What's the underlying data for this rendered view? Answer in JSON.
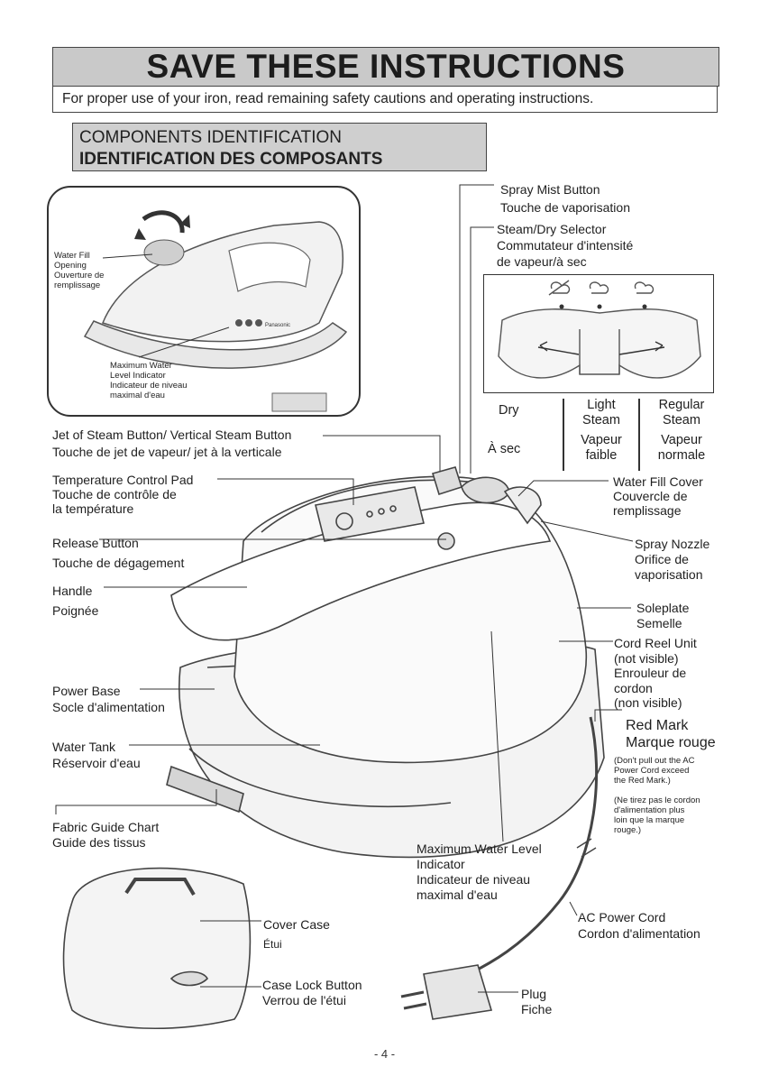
{
  "banner": {
    "title": "SAVE THESE INSTRUCTIONS"
  },
  "subbar": {
    "text": "For proper use of your iron, read remaining safety cautions and operating instructions."
  },
  "components": {
    "title_en": "COMPONENTS IDENTIFICATION",
    "title_fr": "IDENTIFICATION DES COMPOSANTS"
  },
  "inset": {
    "water_fill": [
      "Water Fill",
      "Opening",
      "Ouverture de",
      "remplissage"
    ],
    "max_level": [
      "Maximum Water",
      "Level Indicator",
      "Indicateur de niveau",
      "maximal d'eau"
    ],
    "brand": "Panasonic"
  },
  "labels": {
    "spray_mist": [
      "Spray Mist Button",
      "Touche de vaporisation"
    ],
    "steam_dry": [
      "Steam/Dry Selector",
      "Commutateur d'intensité",
      "de vapeur/à sec"
    ],
    "jet_steam": [
      "Jet of Steam Button/ Vertical Steam Button",
      "Touche de jet de vapeur/ jet à la verticale"
    ],
    "temp_pad": [
      "Temperature Control Pad",
      "Touche  de contrôle de",
      "la température"
    ],
    "release": [
      "Release Button",
      "Touche de dégagement"
    ],
    "handle": [
      "Handle",
      "Poignée"
    ],
    "power_base": [
      "Power Base",
      "Socle d'alimentation"
    ],
    "water_tank": [
      "Water Tank",
      "Réservoir d'eau"
    ],
    "fabric_guide": [
      "Fabric Guide Chart",
      "Guide des tissus"
    ],
    "max_water": [
      "Maximum Water Level",
      "Indicator",
      "Indicateur de niveau",
      "maximal d'eau"
    ],
    "cover_case": [
      "Cover Case",
      "Étui"
    ],
    "case_lock": [
      "Case Lock Button",
      "Verrou de l'étui"
    ],
    "plug": [
      "Plug",
      "Fiche"
    ],
    "ac_cord": [
      "AC Power Cord",
      "Cordon d'alimentation"
    ],
    "water_fill_cover": [
      "Water Fill Cover",
      "Couvercle de",
      "remplissage"
    ],
    "spray_nozzle": [
      "Spray Nozzle",
      "Orifice de",
      "vaporisation"
    ],
    "soleplate": [
      "Soleplate",
      "Semelle"
    ],
    "cord_reel": [
      "Cord Reel Unit",
      "(not visible)",
      "Enrouleur de",
      "cordon",
      "(non visible)"
    ],
    "red_mark": [
      "Red Mark",
      "Marque rouge"
    ],
    "red_mark_note_en": [
      "(Don't pull out the AC",
      "Power Cord exceed",
      "the Red Mark.)"
    ],
    "red_mark_note_fr": [
      "(Ne tirez pas le cordon",
      "d'alimentation plus",
      "loin que la marque",
      "rouge.)"
    ]
  },
  "selector_table": {
    "dry": "Dry",
    "a_sec": "À sec",
    "light_steam": [
      "Light",
      "Steam"
    ],
    "regular_steam": [
      "Regular",
      "Steam"
    ],
    "vapeur_faible": [
      "Vapeur",
      "faible"
    ],
    "vapeur_normale": [
      "Vapeur",
      "normale"
    ]
  },
  "page_number": "- 4 -"
}
